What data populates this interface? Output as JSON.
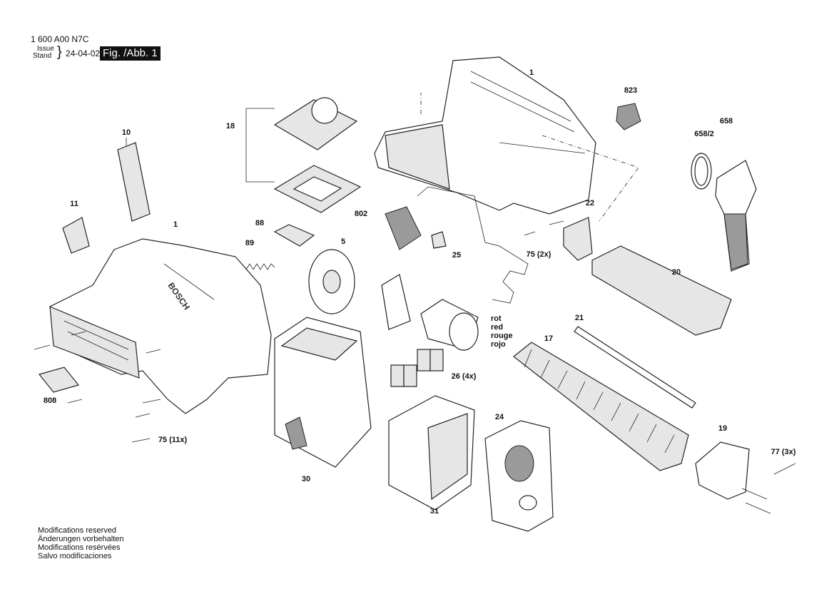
{
  "header": {
    "doc_number": "1 600 A00 N7C",
    "issue_label": "Issue",
    "stand_label": "Stand",
    "date": "24-04-02",
    "figure": "Fig. /Abb. 1"
  },
  "footer": {
    "lines": [
      "Modifications reserved",
      "Änderungen vorbehalten",
      "Modifications resérvées",
      "Salvo modificaciones"
    ]
  },
  "parts": {
    "housing_top": "1",
    "clip": "823",
    "nozzle": "658",
    "seal_ring": "658/2",
    "filter_set": "18",
    "label_10": "10",
    "housing_left": "1",
    "label_11": "11",
    "switch_slider": "88",
    "spring": "89",
    "switch_harness": "802",
    "bracket": "22",
    "fan": "5",
    "connector": "25",
    "screw_2x": "75 (2x)",
    "telescope_tube": "20",
    "guide_rod": "21",
    "hose": "17",
    "foam_pads": "26 (4x)",
    "label_808": "808",
    "cover": "24",
    "end_cap": "19",
    "screw_3x": "77 (3x)",
    "screw_11x": "75 (11x)",
    "dust_box": "30",
    "filter": "31"
  },
  "wire_colors": [
    "rot",
    "red",
    "rouge",
    "rojo"
  ],
  "brand_mark": "BOSCH"
}
